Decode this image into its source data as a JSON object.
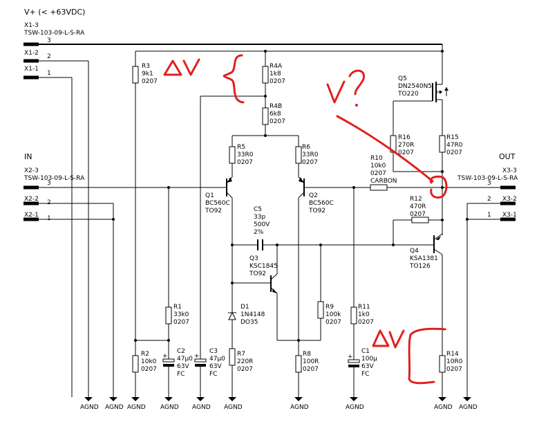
{
  "supply_label": "V+ (< +63VDC)",
  "connectors": {
    "x1_3": "X1-3",
    "x1_2": "X1-2",
    "x1_1": "X1-1",
    "x2_3": "X2-3",
    "x2_2": "X2-2",
    "x2_1": "X2-1",
    "x3_3": "X3-3",
    "x3_2": "X3-2",
    "x3_1": "X3-1",
    "part": "TSW-103-09-L-S-RA",
    "pin3": "3",
    "pin2": "2",
    "pin1": "1"
  },
  "in_label": "IN",
  "out_label": "OUT",
  "gnd_label": "AGND",
  "components": {
    "r3": [
      "R3",
      "9k1",
      "0207"
    ],
    "r4a": [
      "R4A",
      "1k8",
      "0207"
    ],
    "r4b": [
      "R4B",
      "6k8",
      "0207"
    ],
    "r5": [
      "R5",
      "33R0",
      "0207"
    ],
    "r6": [
      "R6",
      "33R0",
      "0207"
    ],
    "q1": [
      "Q1",
      "BC560C",
      "TO92"
    ],
    "q2": [
      "Q2",
      "BC560C",
      "TO92"
    ],
    "q5": [
      "Q5",
      "DN2540N5",
      "TO220"
    ],
    "r16": [
      "R16",
      "270R",
      "0207"
    ],
    "r15": [
      "R15",
      "47R0",
      "0207"
    ],
    "r10": [
      "R10",
      "10k0",
      "0207",
      "CARBON"
    ],
    "r12": [
      "R12",
      "470R",
      "0207"
    ],
    "q4": [
      "Q4",
      "KSA1381",
      "TO126"
    ],
    "c5": [
      "C5",
      "33p",
      "500V",
      "2%"
    ],
    "q3": [
      "Q3",
      "KSC1845",
      "TO92"
    ],
    "r1": [
      "R1",
      "33k0",
      "0207"
    ],
    "d1": [
      "D1",
      "1N4148",
      "DO35"
    ],
    "r9": [
      "R9",
      "100k",
      "0207"
    ],
    "r11": [
      "R11",
      "1k0",
      "0207"
    ],
    "r2": [
      "R2",
      "10k0",
      "0207"
    ],
    "c2": [
      "C2",
      "47µ0",
      "63V",
      "FC"
    ],
    "c3": [
      "C3",
      "47µ0",
      "63V",
      "FC"
    ],
    "r7": [
      "R7",
      "220R",
      "0207"
    ],
    "r8": [
      "R8",
      "100R",
      "0207"
    ],
    "c1": [
      "C1",
      "100µ",
      "63V",
      "FC"
    ],
    "r14": [
      "R14",
      "10R0",
      "0207"
    ]
  },
  "annotations": {
    "delta_v_top": "ΔV",
    "v_question": "V?",
    "delta_v_bottom": "ΔV",
    "color": "#e0201e"
  }
}
